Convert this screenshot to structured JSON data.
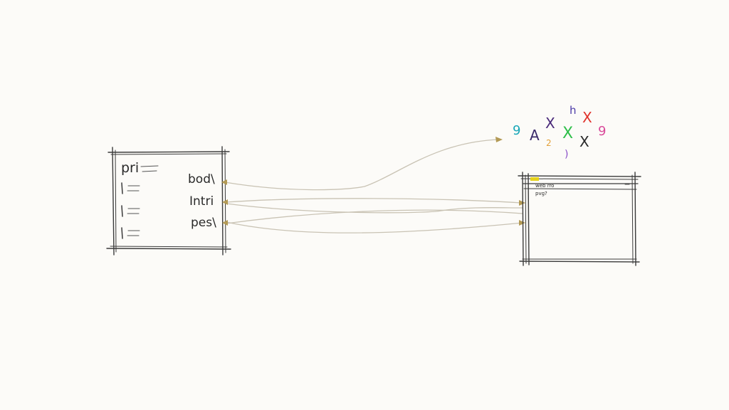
{
  "left_box": {
    "title": "pri",
    "ports": [
      {
        "label": "bod\\"
      },
      {
        "label": "Intri"
      },
      {
        "label": "pes\\"
      }
    ]
  },
  "right_window": {
    "address_text": "web rro",
    "status_text": "pvg?",
    "accent_color": "#e6d21a"
  },
  "scattered_glyphs": [
    {
      "char": "9",
      "color": "#19a7b8"
    },
    {
      "char": "A",
      "color": "#3a2a6a"
    },
    {
      "char": "X",
      "color": "#4a2a7a"
    },
    {
      "char": "h",
      "color": "#4b3aa8"
    },
    {
      "char": "X",
      "color": "#e0332c"
    },
    {
      "char": "X",
      "color": "#2fbf4a"
    },
    {
      "char": "2",
      "color": "#e3a13a"
    },
    {
      "char": "X",
      "color": "#2a2a2a"
    },
    {
      "char": "9",
      "color": "#d94a9a"
    },
    {
      "char": ")",
      "color": "#8a4fc8"
    }
  ]
}
